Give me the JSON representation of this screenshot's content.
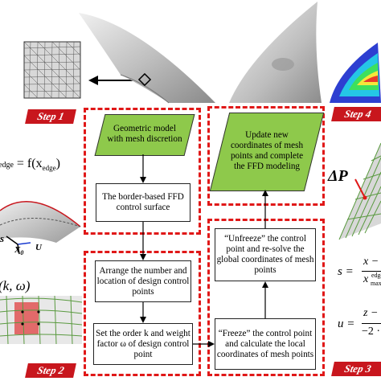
{
  "steps": {
    "step1": "Step 1",
    "step2": "Step 2",
    "step3": "Step 3",
    "step4": "Step 4"
  },
  "boxes": {
    "geometric_model": "Geometric model with mesh discretion",
    "border_surface": "The border-based FFD control surface",
    "arrange_points": "Arrange the number and location of design control points",
    "set_order": "Set the order k and weight factor ω of design control point",
    "freeze": "“Freeze” the control point and calculate the local coordinates of mesh points",
    "unfreeze": "“Unfreeze” the control point and re-solve the global coordinates of mesh points",
    "update": "Update new coordinates of mesh points and complete the FFD modeling"
  },
  "equations": {
    "edge_eq_left": "edge",
    "edge_eq_mid": " = f(x",
    "edge_eq_sub": "edge",
    "edge_eq_right": ")",
    "k_omega": "(k, ω)",
    "delta_p": "ΔP",
    "s_eq": "s =",
    "s_num": "x −",
    "s_den": "x",
    "s_den_sub": "edge",
    "s_den_sub2": "max",
    "u_eq": "u =",
    "u_num": "z −",
    "u_den": "−2 ·",
    "axis_s": "s",
    "axis_x0": "X",
    "axis_x0_sub": "0",
    "axis_u": "U"
  },
  "colors": {
    "dash_red": "#e01818",
    "step_red": "#c8161d",
    "green_box": "#8ec94b",
    "surface_gray": "#c8c8c8",
    "grid_green": "#5a9a40",
    "highlight_red": "#e04040"
  }
}
